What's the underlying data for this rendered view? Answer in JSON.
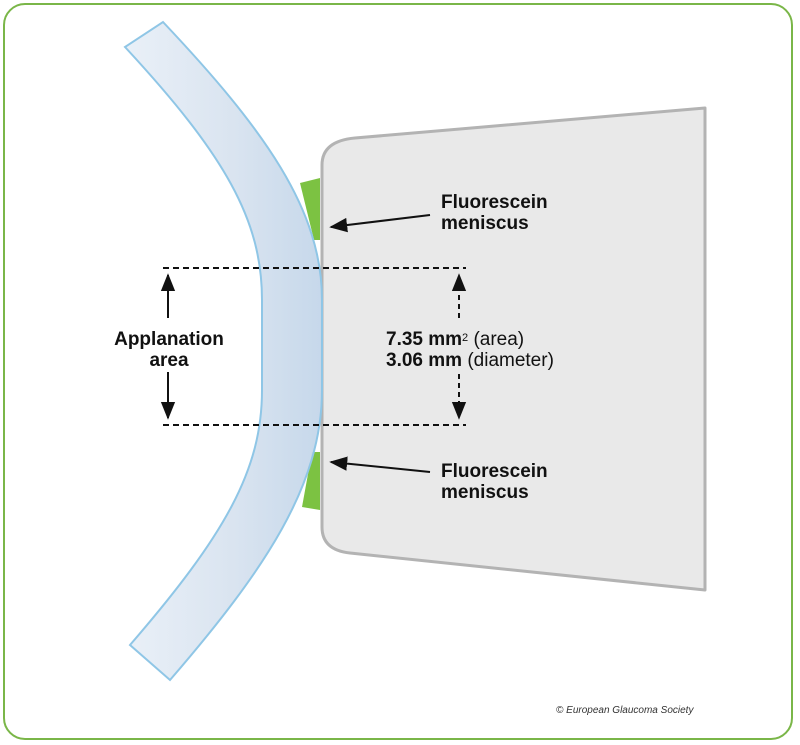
{
  "labels": {
    "meniscus_top": [
      "Fluorescein",
      "meniscus"
    ],
    "meniscus_bottom": [
      "Fluorescein",
      "meniscus"
    ],
    "applanation": [
      "Applanation",
      "area"
    ]
  },
  "measurement": {
    "area_value": "7.35 mm",
    "area_sup": "2",
    "area_unit": "(area)",
    "diameter_value": "3.06 mm",
    "diameter_unit": "(diameter)"
  },
  "copyright": "© European Glaucoma Society",
  "colors": {
    "frame": "#7ab648",
    "cornea_fill": "#dfe8f3",
    "cornea_stroke": "#8fc6e6",
    "prism_fill": "#e9e9e9",
    "prism_stroke": "#b3b3b3",
    "fluorescein": "#7cc242"
  }
}
